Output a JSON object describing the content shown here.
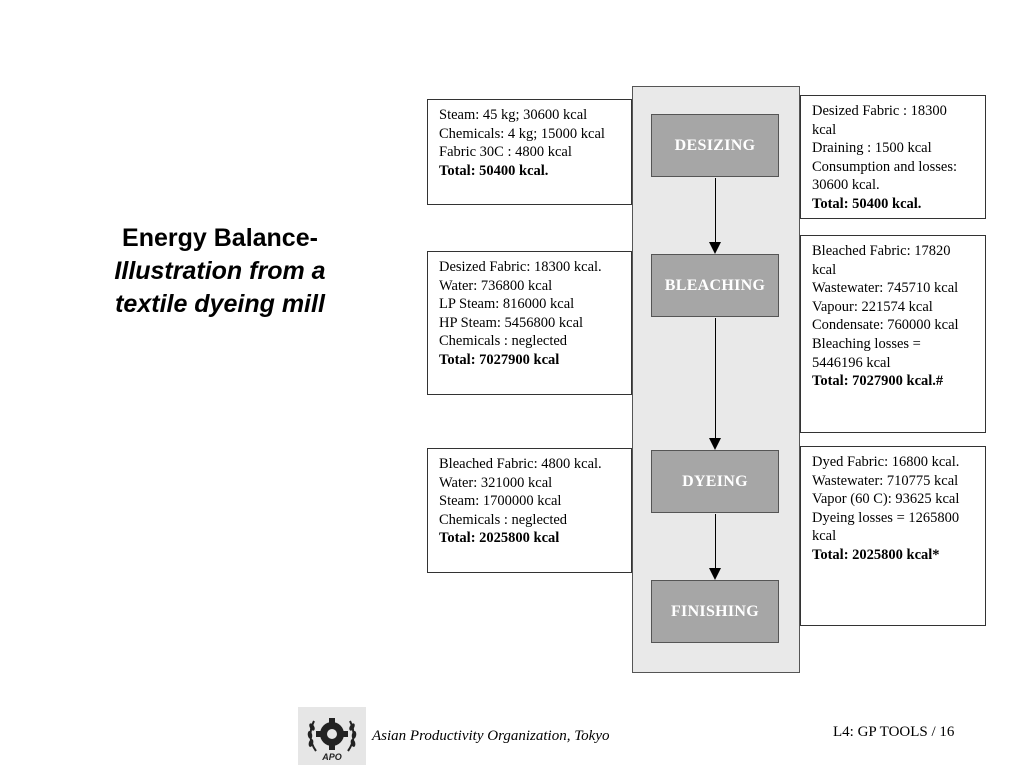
{
  "title": {
    "line1": "Energy Balance-",
    "line2": "Illustration from a textile dyeing mill"
  },
  "steps": {
    "desizing": "DESIZING",
    "bleaching": "BLEACHING",
    "dyeing": "DYEING",
    "finishing": "FINISHING"
  },
  "inputs": {
    "desizing": {
      "lines": [
        "Steam: 45 kg; 30600 kcal",
        "Chemicals: 4 kg; 15000 kcal",
        "Fabric 30C : 4800 kcal"
      ],
      "total": "Total: 50400 kcal."
    },
    "bleaching": {
      "lines": [
        "Desized Fabric: 18300 kcal.",
        "Water: 736800 kcal",
        "LP Steam: 816000 kcal",
        "HP Steam: 5456800 kcal",
        "Chemicals : neglected"
      ],
      "total": "Total:  7027900 kcal"
    },
    "dyeing": {
      "lines": [
        "Bleached Fabric: 4800 kcal.",
        "Water: 321000 kcal",
        "Steam: 1700000 kcal",
        "Chemicals : neglected"
      ],
      "total": "Total:  2025800  kcal"
    }
  },
  "outputs": {
    "desizing": {
      "lines": [
        "Desized Fabric : 18300 kcal",
        "Draining : 1500 kcal",
        "Consumption and losses: 30600 kcal."
      ],
      "total": "Total: 50400 kcal."
    },
    "bleaching": {
      "lines": [
        "Bleached Fabric: 17820 kcal",
        "Wastewater: 745710 kcal",
        "Vapour: 221574 kcal",
        "Condensate: 760000 kcal",
        "Bleaching losses = 5446196 kcal"
      ],
      "total": "Total: 7027900 kcal.#"
    },
    "dyeing": {
      "lines": [
        "Dyed Fabric: 16800 kcal.",
        "Wastewater: 710775 kcal",
        "Vapor (60 C): 93625 kcal",
        "Dyeing losses = 1265800 kcal"
      ],
      "total": "Total:  2025800 kcal*"
    }
  },
  "footer": {
    "logo_text": "APO",
    "organization": "Asian Productivity Organization, Tokyo",
    "page": "L4: GP TOOLS / 16"
  },
  "icons": {
    "logo": "apo-gear-wreath-logo"
  }
}
